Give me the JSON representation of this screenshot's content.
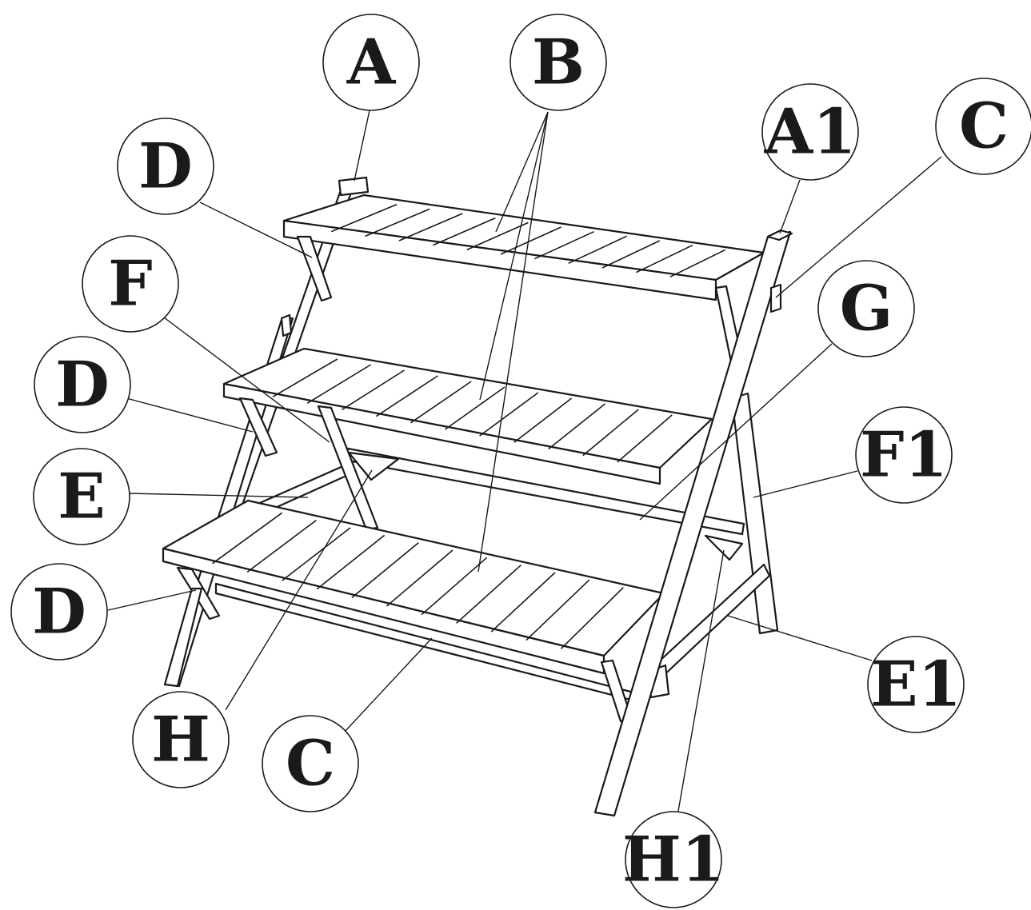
{
  "diagram": {
    "title": "",
    "subject": "three-tier wooden plant stand",
    "labels": [
      "A",
      "B",
      "A1",
      "C",
      "D",
      "F",
      "G",
      "D",
      "E",
      "F1",
      "D",
      "E1",
      "H",
      "C",
      "H1"
    ]
  },
  "callouts": [
    {
      "id": "A",
      "text": "A"
    },
    {
      "id": "B",
      "text": "B"
    },
    {
      "id": "A1",
      "text": "A1"
    },
    {
      "id": "C-top",
      "text": "C"
    },
    {
      "id": "D-top",
      "text": "D"
    },
    {
      "id": "F",
      "text": "F"
    },
    {
      "id": "G",
      "text": "G"
    },
    {
      "id": "D-mid",
      "text": "D"
    },
    {
      "id": "E",
      "text": "E"
    },
    {
      "id": "F1",
      "text": "F1"
    },
    {
      "id": "D-bottom",
      "text": "D"
    },
    {
      "id": "E1",
      "text": "E1"
    },
    {
      "id": "H",
      "text": "H"
    },
    {
      "id": "C-bottom",
      "text": "C"
    },
    {
      "id": "H1",
      "text": "H1"
    }
  ],
  "colors": {
    "line": "#1a1a1a",
    "background": "#ffffff"
  }
}
